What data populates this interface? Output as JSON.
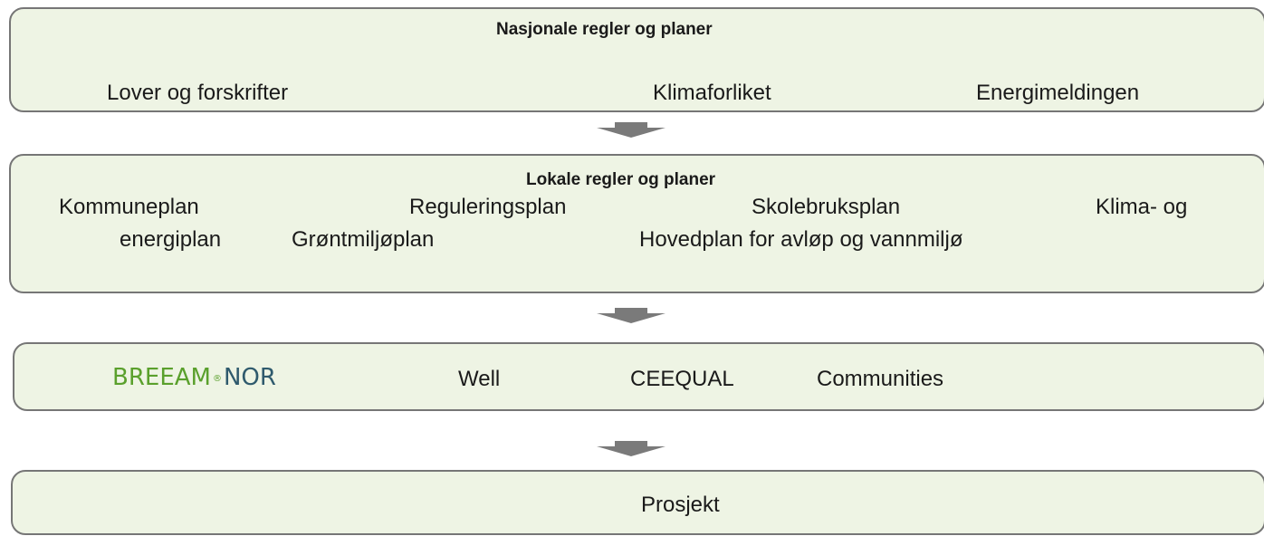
{
  "boxes": {
    "national": {
      "title": "Nasjonale regler og planer",
      "items": [
        "Lover og forskrifter",
        "Klimaforliket",
        "Energimeldingen"
      ]
    },
    "local": {
      "title": "Lokale regler og planer",
      "items": [
        "Kommuneplan",
        "Reguleringsplan",
        "Skolebruksplan",
        "Klima- og",
        "energiplan",
        "Grøntmiljøplan",
        "Hovedplan for avløp og vannmiljø"
      ]
    },
    "certifications": {
      "logo": {
        "part1": "BREEAM",
        "registered": "®",
        "part2": "NOR"
      },
      "items": [
        "Well",
        "CEEQUAL",
        "Communities"
      ]
    },
    "project": {
      "label": "Prosjekt"
    }
  },
  "colors": {
    "box_fill": "#eef4e4",
    "box_border": "#767676",
    "arrow": "#7a7a7a",
    "breeam_green": "#5aa02c",
    "breeam_nor": "#2f5a6d"
  },
  "icons": [
    "down-arrow-icon",
    "breeam-nor-logo"
  ]
}
